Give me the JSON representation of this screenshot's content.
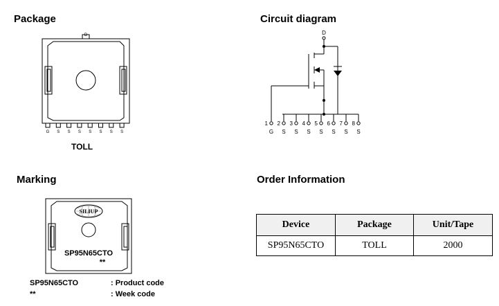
{
  "headings": {
    "package": "Package",
    "circuit": "Circuit diagram",
    "marking": "Marking",
    "order": "Order Information"
  },
  "package": {
    "top_pin": "D",
    "bottom_pins": [
      "G",
      "S",
      "S",
      "S",
      "S",
      "S",
      "S",
      "S"
    ],
    "name": "TOLL"
  },
  "circuit": {
    "drain_label": "D",
    "pin_numbers": [
      "1",
      "2",
      "3",
      "4",
      "5",
      "6",
      "7",
      "8"
    ],
    "pin_names": [
      "G",
      "S",
      "S",
      "S",
      "S",
      "S",
      "S",
      "S"
    ]
  },
  "marking": {
    "logo": "SILIUP",
    "device": "SP95N65CTO",
    "week": "**",
    "legend": [
      {
        "code": "SP95N65CTO",
        "desc": ": Product code"
      },
      {
        "code": "**",
        "desc": ": Week code"
      }
    ]
  },
  "order": {
    "headers": [
      "Device",
      "Package",
      "Unit/Tape"
    ],
    "rows": [
      [
        "SP95N65CTO",
        "TOLL",
        "2000"
      ]
    ]
  }
}
